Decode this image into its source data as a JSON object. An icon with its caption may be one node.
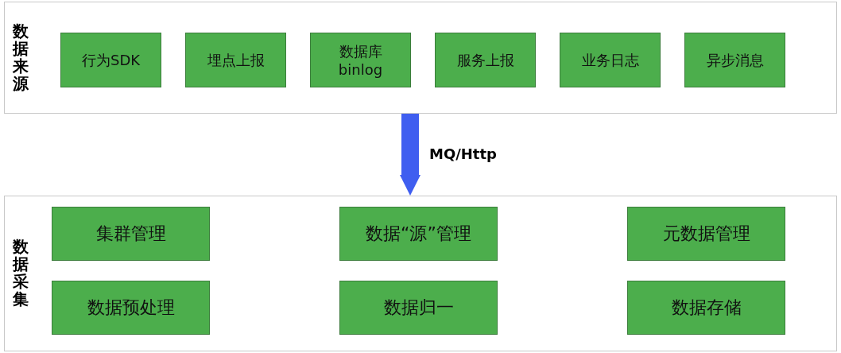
{
  "diagram": {
    "nodes": [
      {
        "text": [
          "数据来源"
        ]
      },
      {
        "text": [
          "行为SDK"
        ],
        "in": 0
      },
      {
        "text": [
          "埋点上报"
        ],
        "in": 0
      },
      {
        "text": [
          "数据库 binlog"
        ],
        "in": 0
      },
      {
        "text": [
          "服务上报"
        ],
        "in": 0
      },
      {
        "text": [
          "业务日志"
        ],
        "in": 0
      },
      {
        "text": [
          "异步消息"
        ],
        "in": 0
      },
      {
        "text": [
          "数据采集"
        ]
      },
      {
        "text": [
          "集群管理"
        ],
        "in": 7
      },
      {
        "text": [
          "数据“源”管理"
        ],
        "in": 7
      },
      {
        "text": [
          "元数据管理"
        ],
        "in": 7
      },
      {
        "text": [
          "数据预处理"
        ],
        "in": 7
      },
      {
        "text": [
          "数据归一"
        ],
        "in": 7
      },
      {
        "text": [
          "数据存储"
        ],
        "in": 7
      }
    ],
    "edges": [
      {
        "from": 0,
        "to": 7,
        "arrow": "to",
        "label": "MQ/Http",
        "color": "#3f5ef0"
      }
    ]
  }
}
